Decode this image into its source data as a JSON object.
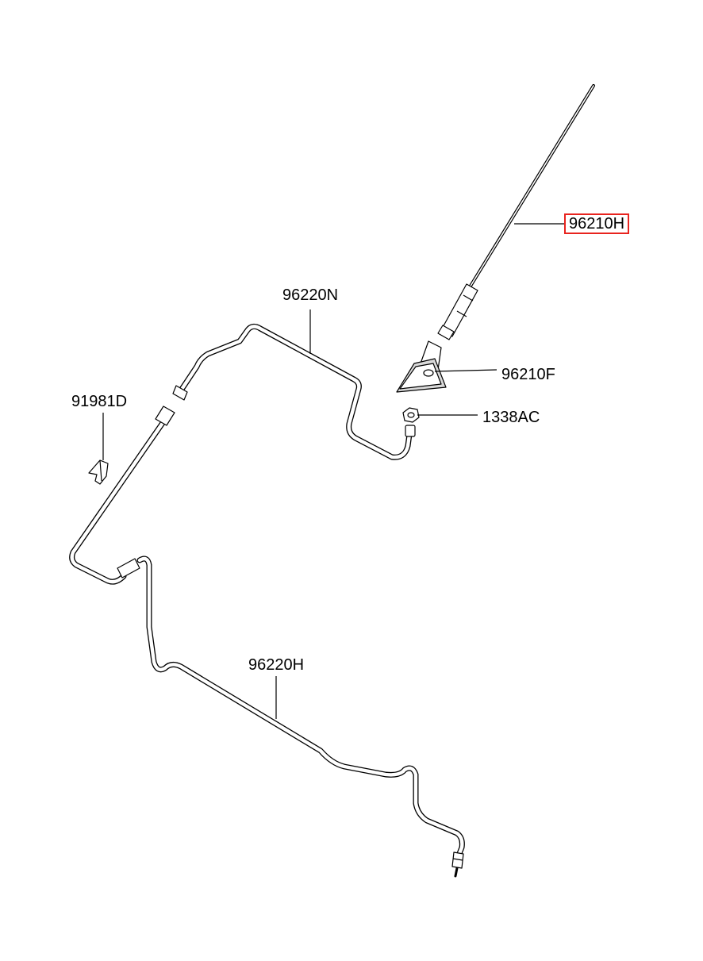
{
  "diagram": {
    "callouts": [
      {
        "id": "96210H",
        "label": "96210H",
        "highlighted": true
      },
      {
        "id": "96220N",
        "label": "96220N",
        "highlighted": false
      },
      {
        "id": "96210F",
        "label": "96210F",
        "highlighted": false
      },
      {
        "id": "1338AC",
        "label": "1338AC",
        "highlighted": false
      },
      {
        "id": "91981D",
        "label": "91981D",
        "highlighted": false
      },
      {
        "id": "96220H",
        "label": "96220H",
        "highlighted": false
      }
    ],
    "colors": {
      "line": "#000000",
      "highlight_box": "#e8231e",
      "background": "#ffffff"
    }
  }
}
